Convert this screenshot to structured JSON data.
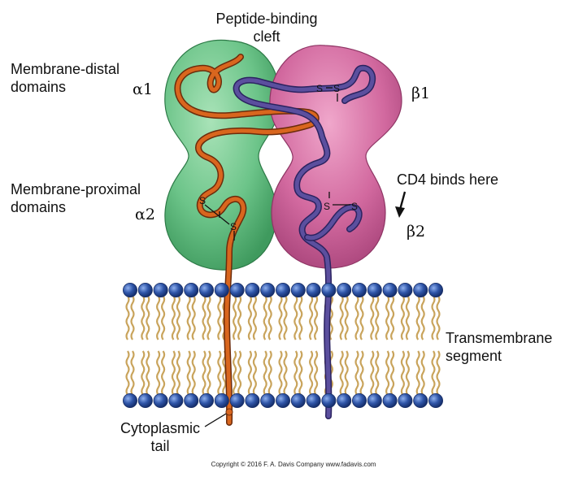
{
  "labels": {
    "peptide_cleft": "Peptide-binding\ncleft",
    "membrane_distal": "Membrane-distal\ndomains",
    "membrane_proximal": "Membrane-proximal\ndomains",
    "cd4": "CD4 binds here",
    "transmembrane": "Transmembrane\nsegment",
    "cytoplasmic": "Cytoplasmic\ntail",
    "alpha1": "α1",
    "alpha2": "α2",
    "beta1": "β1",
    "beta2": "β2",
    "disulfide_s": "S"
  },
  "copyright": "Copyright © 2016  F. A. Davis Company  www.fadavis.com",
  "colors": {
    "alpha_domain": "#6cc489",
    "beta_domain": "#d2699f",
    "alpha_chain": "#d9661e",
    "beta_chain": "#5b4f9e",
    "lipid_head": "#2f55a8",
    "lipid_tail": "#c9a45c"
  }
}
